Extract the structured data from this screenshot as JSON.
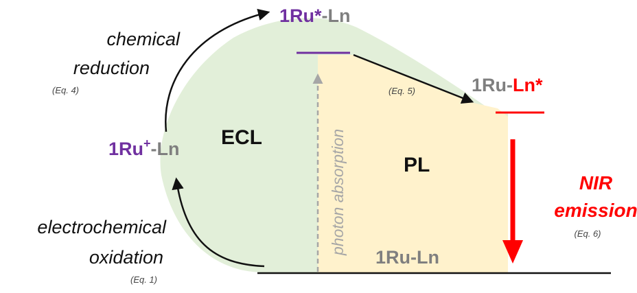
{
  "states": {
    "excited_ru": {
      "prefix": "1Ru",
      "star": "*",
      "suffix": "-Ln"
    },
    "reduced_ru": {
      "prefix": "1Ru",
      "sup": "+",
      "suffix": "-Ln"
    },
    "excited_ln": {
      "prefix": "1Ru-",
      "ln": "Ln",
      "star": "*"
    },
    "ground": "1Ru-Ln"
  },
  "regions": {
    "ecl": "ECL",
    "pl": "PL"
  },
  "processes": {
    "chemical_reduction": {
      "line1": "chemical",
      "line2": "reduction",
      "eq": "(Eq. 4)"
    },
    "electrochemical_oxidation": {
      "line1": "electrochemical",
      "line2": "oxidation",
      "eq": "(Eq. 1)"
    },
    "photon_absorption": "photon absorption",
    "energy_transfer_eq": "(Eq. 5)",
    "nir_emission": {
      "line1": "NIR",
      "line2": "emission",
      "eq": "(Eq. 6)"
    }
  },
  "colors": {
    "ru_purple": "#7030a0",
    "ln_gray": "#7f7f7f",
    "emission_red": "#ff0000",
    "ecl_fill": "#e2efd9",
    "pl_fill": "#fff2cc",
    "dashed_gray": "#a6a6a6",
    "text_dark": "#111111"
  },
  "icons": {
    "arrow_oxidation": "curved-arrow-up",
    "arrow_reduction": "curved-arrow-right",
    "arrow_transfer": "straight-arrow-down-right",
    "arrow_emission": "thick-arrow-down",
    "arrow_absorption": "dashed-arrow-up"
  }
}
